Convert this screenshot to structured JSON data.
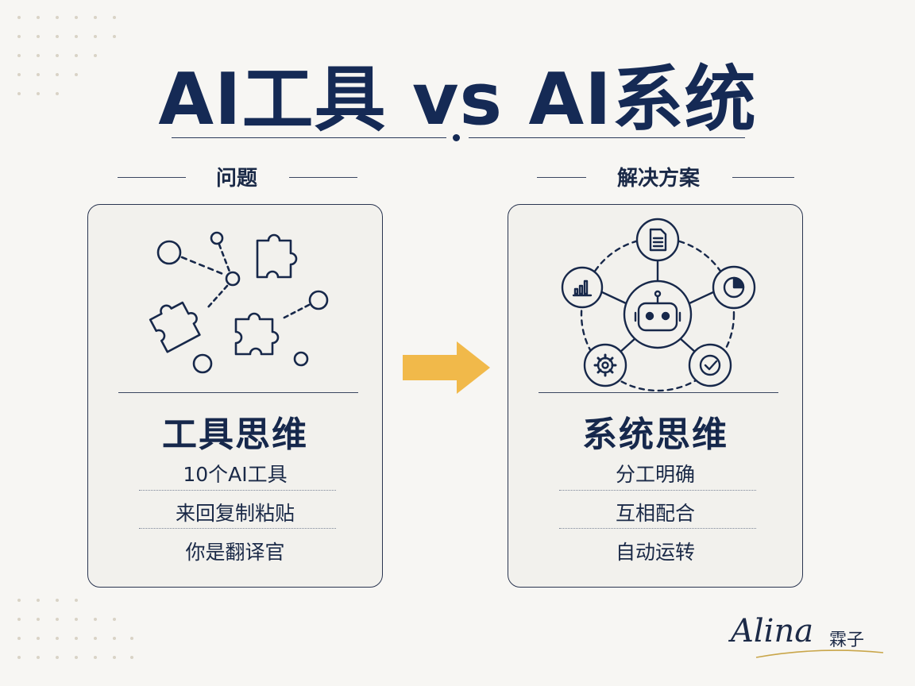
{
  "title": "AI工具 vs AI系统",
  "left": {
    "section_label": "问题",
    "heading": "工具思维",
    "items": [
      "10个AI工具",
      "来回复制粘贴",
      "你是翻译官"
    ]
  },
  "right": {
    "section_label": "解决方案",
    "heading": "系统思维",
    "items": [
      "分工明确",
      "互相配合",
      "自动运转"
    ]
  },
  "signature": {
    "latin": "Alina",
    "chinese": "霖子"
  },
  "colors": {
    "navy": "#152a55",
    "arrow": "#f1b94a",
    "background": "#f7f6f3"
  }
}
